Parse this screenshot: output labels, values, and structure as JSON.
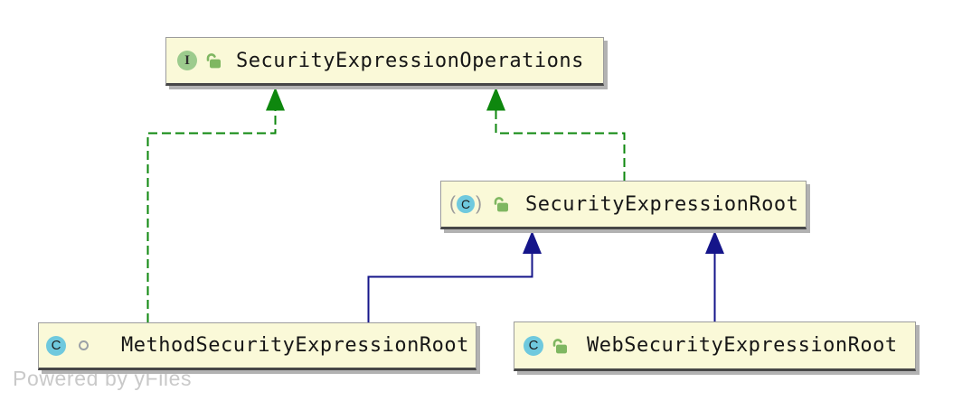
{
  "watermark": {
    "label": "Powered by yFiles"
  },
  "nodes": {
    "ops": {
      "label": "SecurityExpressionOperations",
      "badge": "I",
      "kind": "interface",
      "visibility": "public"
    },
    "root": {
      "label": "SecurityExpressionRoot",
      "badge": "C",
      "paren_left": "(",
      "paren_right": ")",
      "kind": "abstract class",
      "visibility": "public"
    },
    "method": {
      "label": "MethodSecurityExpressionRoot",
      "badge": "C",
      "kind": "class",
      "visibility": "package-private"
    },
    "web": {
      "label": "WebSecurityExpressionRoot",
      "badge": "C",
      "kind": "class",
      "visibility": "public"
    }
  },
  "edges": [
    {
      "from": "MethodSecurityExpressionRoot",
      "to": "SecurityExpressionOperations",
      "relation": "implements",
      "line": "dashed",
      "color": "#0E870E"
    },
    {
      "from": "SecurityExpressionRoot",
      "to": "SecurityExpressionOperations",
      "relation": "implements",
      "line": "dashed",
      "color": "#0E870E"
    },
    {
      "from": "MethodSecurityExpressionRoot",
      "to": "SecurityExpressionRoot",
      "relation": "extends",
      "line": "solid",
      "color": "#15158A"
    },
    {
      "from": "WebSecurityExpressionRoot",
      "to": "SecurityExpressionRoot",
      "relation": "extends",
      "line": "solid",
      "color": "#15158A"
    }
  ],
  "colors": {
    "canvas_bg": "#FFFFFF",
    "node_fill": "#FAF9D8",
    "node_border": "#9C9C9C",
    "node_divider": "#474747",
    "node_shadow": "#B2B2B2",
    "edge_implements": "#0E870E",
    "edge_extends": "#15158A",
    "icon_interface": "#9CCB8D",
    "icon_class": "#6FC9DE",
    "icon_lock": "#7FB761",
    "icon_ring": "#9AA0A6",
    "icon_paren": "#9B9B9B",
    "watermark_text": "#C9C9C9"
  }
}
